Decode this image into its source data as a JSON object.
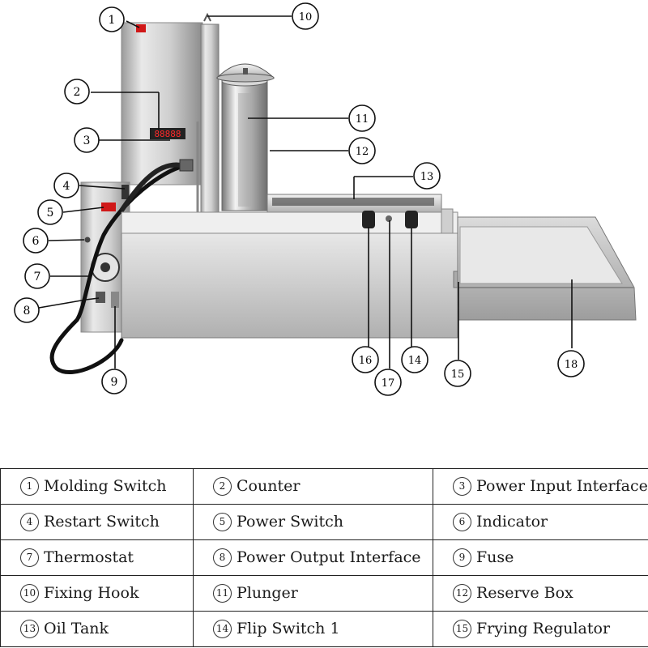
{
  "callouts": [
    {
      "num": "1"
    },
    {
      "num": "2"
    },
    {
      "num": "3"
    },
    {
      "num": "4"
    },
    {
      "num": "5"
    },
    {
      "num": "6"
    },
    {
      "num": "7"
    },
    {
      "num": "8"
    },
    {
      "num": "9"
    },
    {
      "num": "10"
    },
    {
      "num": "11"
    },
    {
      "num": "12"
    },
    {
      "num": "13"
    },
    {
      "num": "14"
    },
    {
      "num": "15"
    },
    {
      "num": "16"
    },
    {
      "num": "17"
    },
    {
      "num": "18"
    }
  ],
  "counter_display": "88888",
  "legend": {
    "rows": [
      [
        {
          "num": "1",
          "label": "Molding Switch"
        },
        {
          "num": "2",
          "label": "Counter"
        },
        {
          "num": "3",
          "label": "Power Input Interface"
        }
      ],
      [
        {
          "num": "4",
          "label": "Restart Switch"
        },
        {
          "num": "5",
          "label": "Power Switch"
        },
        {
          "num": "6",
          "label": "Indicator"
        }
      ],
      [
        {
          "num": "7",
          "label": "Thermostat"
        },
        {
          "num": "8",
          "label": "Power Output Interface"
        },
        {
          "num": "9",
          "label": "Fuse"
        }
      ],
      [
        {
          "num": "10",
          "label": "Fixing Hook"
        },
        {
          "num": "11",
          "label": "Plunger"
        },
        {
          "num": "12",
          "label": "Reserve Box"
        }
      ],
      [
        {
          "num": "13",
          "label": "Oil Tank"
        },
        {
          "num": "14",
          "label": "Flip Switch 1"
        },
        {
          "num": "15",
          "label": "Frying Regulator"
        }
      ]
    ]
  },
  "colors": {
    "steel_light": "#e8e8e8",
    "steel_mid": "#c4c4c4",
    "steel_dark": "#8a8a8a",
    "knob": "#222222",
    "indicator_red": "#d01818",
    "line": "#111111"
  }
}
